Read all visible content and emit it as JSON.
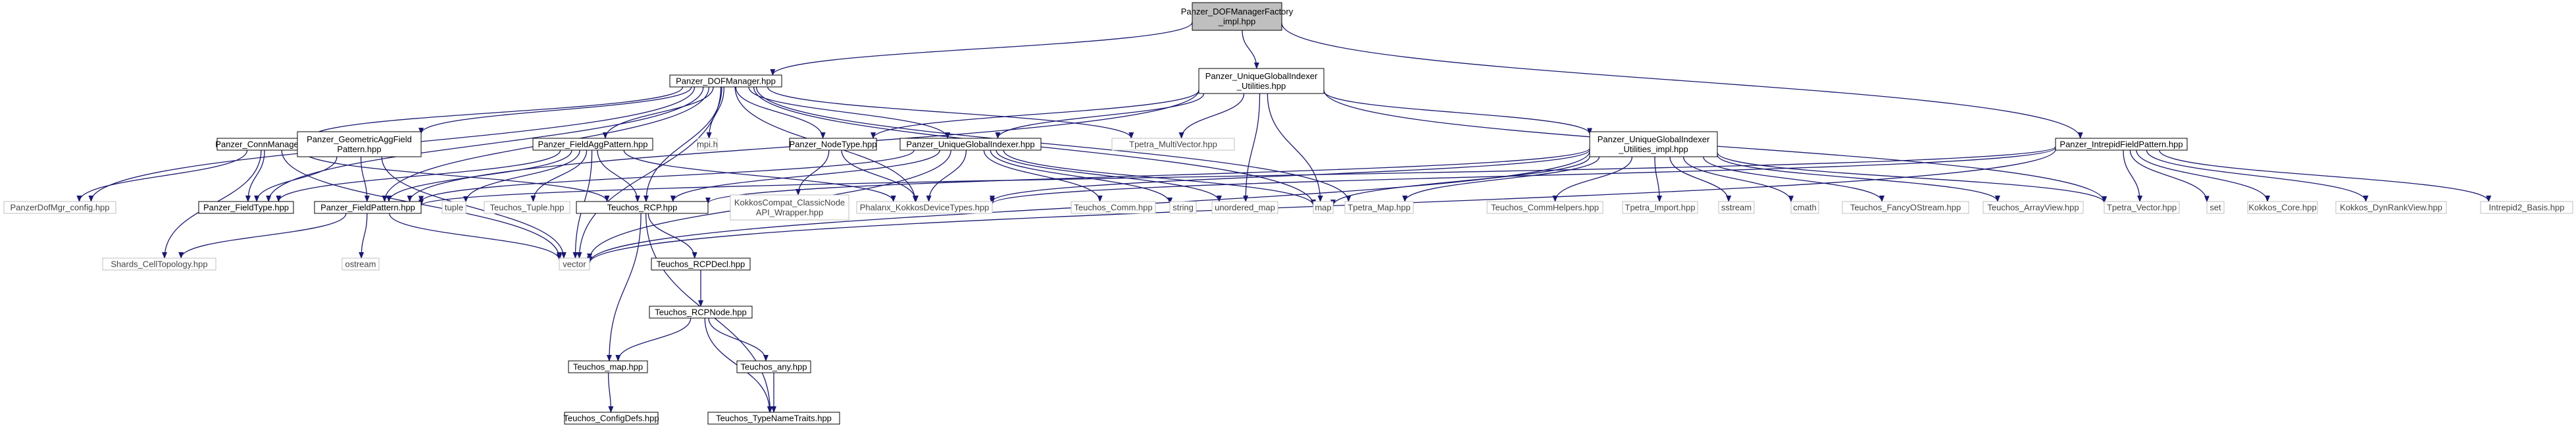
{
  "graph": {
    "nodes": {
      "root": {
        "lines": [
          "Panzer_DOFManagerFactory",
          "_impl.hpp"
        ],
        "style": "root"
      },
      "dofmgr": {
        "lines": [
          "Panzer_DOFManager.hpp"
        ],
        "style": "bordered"
      },
      "ugi_util": {
        "lines": [
          "Panzer_UniqueGlobalIndexer",
          "_Utilities.hpp"
        ],
        "style": "bordered"
      },
      "ifp": {
        "lines": [
          "Panzer_IntrepidFieldPattern.hpp"
        ],
        "style": "bordered"
      },
      "connmgr": {
        "lines": [
          "Panzer_ConnManager.hpp"
        ],
        "style": "bordered"
      },
      "geomagg": {
        "lines": [
          "Panzer_GeometricAggField",
          "Pattern.hpp"
        ],
        "style": "bordered"
      },
      "fieldagg": {
        "lines": [
          "Panzer_FieldAggPattern.hpp"
        ],
        "style": "bordered"
      },
      "mpih": {
        "lines": [
          "mpi.h"
        ],
        "style": "plain"
      },
      "nodetype": {
        "lines": [
          "Panzer_NodeType.hpp"
        ],
        "style": "bordered"
      },
      "ugi": {
        "lines": [
          "Panzer_UniqueGlobalIndexer.hpp"
        ],
        "style": "bordered"
      },
      "tmv": {
        "lines": [
          "Tpetra_MultiVector.hpp"
        ],
        "style": "plain"
      },
      "ugi_util_impl": {
        "lines": [
          "Panzer_UniqueGlobalIndexer",
          "_Utilities_impl.hpp"
        ],
        "style": "bordered"
      },
      "dofcfg": {
        "lines": [
          "PanzerDofMgr_config.hpp"
        ],
        "style": "plain"
      },
      "fieldtype": {
        "lines": [
          "Panzer_FieldType.hpp"
        ],
        "style": "bordered"
      },
      "fieldpattern": {
        "lines": [
          "Panzer_FieldPattern.hpp"
        ],
        "style": "bordered"
      },
      "tuple": {
        "lines": [
          "tuple"
        ],
        "style": "plain"
      },
      "ttuple": {
        "lines": [
          "Teuchos_Tuple.hpp"
        ],
        "style": "plain"
      },
      "rcp": {
        "lines": [
          "Teuchos_RCP.hpp"
        ],
        "style": "bordered"
      },
      "kkwrap": {
        "lines": [
          "KokkosCompat_ClassicNode",
          "API_Wrapper.hpp"
        ],
        "style": "plain"
      },
      "phalanx": {
        "lines": [
          "Phalanx_KokkosDeviceTypes.hpp"
        ],
        "style": "plain"
      },
      "tcomm": {
        "lines": [
          "Teuchos_Comm.hpp"
        ],
        "style": "plain"
      },
      "string": {
        "lines": [
          "string"
        ],
        "style": "plain"
      },
      "umap": {
        "lines": [
          "unordered_map"
        ],
        "style": "plain"
      },
      "map": {
        "lines": [
          "map"
        ],
        "style": "plain"
      },
      "tmap": {
        "lines": [
          "Tpetra_Map.hpp"
        ],
        "style": "plain"
      },
      "commhelp": {
        "lines": [
          "Teuchos_CommHelpers.hpp"
        ],
        "style": "plain"
      },
      "timport": {
        "lines": [
          "Tpetra_Import.hpp"
        ],
        "style": "plain"
      },
      "sstream": {
        "lines": [
          "sstream"
        ],
        "style": "plain"
      },
      "cmath": {
        "lines": [
          "cmath"
        ],
        "style": "plain"
      },
      "fos": {
        "lines": [
          "Teuchos_FancyOStream.hpp"
        ],
        "style": "plain"
      },
      "av": {
        "lines": [
          "Teuchos_ArrayView.hpp"
        ],
        "style": "plain"
      },
      "tvec": {
        "lines": [
          "Tpetra_Vector.hpp"
        ],
        "style": "plain"
      },
      "set": {
        "lines": [
          "set"
        ],
        "style": "plain"
      },
      "kcore": {
        "lines": [
          "Kokkos_Core.hpp"
        ],
        "style": "plain"
      },
      "kdrv": {
        "lines": [
          "Kokkos_DynRankView.hpp"
        ],
        "style": "plain"
      },
      "intrepid": {
        "lines": [
          "Intrepid2_Basis.hpp"
        ],
        "style": "plain"
      },
      "shards": {
        "lines": [
          "Shards_CellTopology.hpp"
        ],
        "style": "plain"
      },
      "ostream": {
        "lines": [
          "ostream"
        ],
        "style": "plain"
      },
      "vector": {
        "lines": [
          "vector"
        ],
        "style": "plain"
      },
      "rcpdecl": {
        "lines": [
          "Teuchos_RCPDecl.hpp"
        ],
        "style": "bordered"
      },
      "rcpnode": {
        "lines": [
          "Teuchos_RCPNode.hpp"
        ],
        "style": "bordered"
      },
      "tmaph": {
        "lines": [
          "Teuchos_map.hpp"
        ],
        "style": "bordered"
      },
      "tany": {
        "lines": [
          "Teuchos_any.hpp"
        ],
        "style": "bordered"
      },
      "cfgdefs": {
        "lines": [
          "Teuchos_ConfigDefs.hpp"
        ],
        "style": "bordered"
      },
      "tnt": {
        "lines": [
          "Teuchos_TypeNameTraits.hpp"
        ],
        "style": "bordered"
      }
    },
    "edges": [
      [
        "root",
        "dofmgr"
      ],
      [
        "root",
        "ugi_util"
      ],
      [
        "root",
        "ifp"
      ],
      [
        "dofmgr",
        "dofcfg"
      ],
      [
        "dofmgr",
        "connmgr"
      ],
      [
        "dofmgr",
        "geomagg"
      ],
      [
        "dofmgr",
        "fieldagg"
      ],
      [
        "dofmgr",
        "mpih"
      ],
      [
        "dofmgr",
        "nodetype"
      ],
      [
        "dofmgr",
        "ugi"
      ],
      [
        "dofmgr",
        "tmv"
      ],
      [
        "dofmgr",
        "fieldtype"
      ],
      [
        "dofmgr",
        "fieldpattern"
      ],
      [
        "dofmgr",
        "rcp"
      ],
      [
        "dofmgr",
        "phalanx"
      ],
      [
        "dofmgr",
        "map"
      ],
      [
        "dofmgr",
        "tmap"
      ],
      [
        "dofmgr",
        "vector"
      ],
      [
        "ugi_util",
        "ugi_util_impl"
      ],
      [
        "ugi_util",
        "ugi"
      ],
      [
        "ugi_util",
        "nodetype"
      ],
      [
        "ugi_util",
        "tmv"
      ],
      [
        "ugi_util",
        "tvec"
      ],
      [
        "ugi_util",
        "umap"
      ],
      [
        "ugi_util",
        "map"
      ],
      [
        "ugi_util",
        "fieldpattern"
      ],
      [
        "ifp",
        "fieldpattern"
      ],
      [
        "ifp",
        "set"
      ],
      [
        "ifp",
        "kcore"
      ],
      [
        "ifp",
        "kdrv"
      ],
      [
        "ifp",
        "intrepid"
      ],
      [
        "ifp",
        "phalanx"
      ],
      [
        "ifp",
        "vector"
      ],
      [
        "ifp",
        "tvec"
      ],
      [
        "connmgr",
        "dofcfg"
      ],
      [
        "connmgr",
        "fieldtype"
      ],
      [
        "connmgr",
        "rcp"
      ],
      [
        "connmgr",
        "shards"
      ],
      [
        "connmgr",
        "vector"
      ],
      [
        "geomagg",
        "fieldtype"
      ],
      [
        "geomagg",
        "fieldpattern"
      ],
      [
        "geomagg",
        "vector"
      ],
      [
        "fieldagg",
        "fieldtype"
      ],
      [
        "fieldagg",
        "fieldpattern"
      ],
      [
        "fieldagg",
        "tuple"
      ],
      [
        "fieldagg",
        "ttuple"
      ],
      [
        "fieldagg",
        "rcp"
      ],
      [
        "fieldagg",
        "phalanx"
      ],
      [
        "fieldagg",
        "vector"
      ],
      [
        "nodetype",
        "kkwrap"
      ],
      [
        "nodetype",
        "phalanx"
      ],
      [
        "ugi",
        "rcp"
      ],
      [
        "ugi",
        "phalanx"
      ],
      [
        "ugi",
        "tcomm"
      ],
      [
        "ugi",
        "string"
      ],
      [
        "ugi",
        "umap"
      ],
      [
        "ugi",
        "map"
      ],
      [
        "ugi",
        "vector"
      ],
      [
        "ugi",
        "fieldpattern"
      ],
      [
        "ugi_util_impl",
        "commhelp"
      ],
      [
        "ugi_util_impl",
        "timport"
      ],
      [
        "ugi_util_impl",
        "sstream"
      ],
      [
        "ugi_util_impl",
        "cmath"
      ],
      [
        "ugi_util_impl",
        "fos"
      ],
      [
        "ugi_util_impl",
        "av"
      ],
      [
        "ugi_util_impl",
        "tvec"
      ],
      [
        "ugi_util_impl",
        "map"
      ],
      [
        "ugi_util_impl",
        "tmap"
      ],
      [
        "ugi_util_impl",
        "rcp"
      ],
      [
        "ugi_util_impl",
        "vector"
      ],
      [
        "ugi_util_impl",
        "phalanx"
      ],
      [
        "fieldpattern",
        "shards"
      ],
      [
        "fieldpattern",
        "ostream"
      ],
      [
        "fieldpattern",
        "vector"
      ],
      [
        "rcp",
        "rcpdecl"
      ],
      [
        "rcp",
        "tmaph"
      ],
      [
        "rcp",
        "tnt"
      ],
      [
        "rcpdecl",
        "rcpnode"
      ],
      [
        "rcpnode",
        "tmaph"
      ],
      [
        "rcpnode",
        "tany"
      ],
      [
        "rcpnode",
        "tnt"
      ],
      [
        "tmaph",
        "cfgdefs"
      ],
      [
        "tany",
        "tnt"
      ]
    ]
  }
}
